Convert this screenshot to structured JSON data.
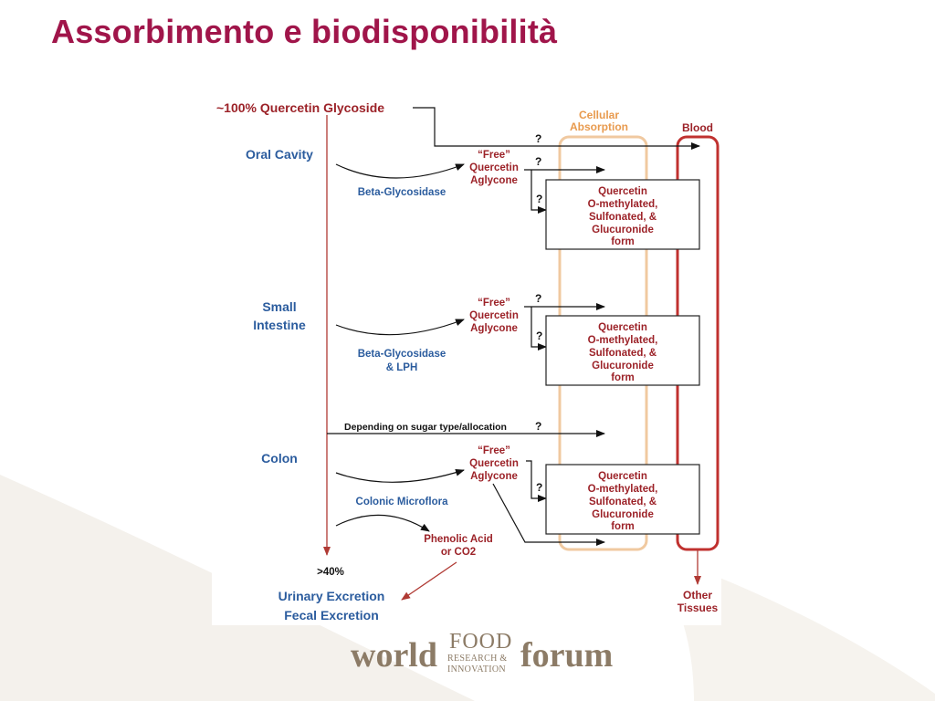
{
  "slide": {
    "title": "Assorbimento e biodisponibilità"
  },
  "diagram": {
    "source": "~100% Quercetin Glycoside",
    "sections": {
      "oral_cavity": "Oral Cavity",
      "small_intestine": [
        "Small",
        "Intestine"
      ],
      "colon": "Colon"
    },
    "enzymes": {
      "oral": "Beta-Glycosidase",
      "small_intestine": [
        "Beta-Glycosidase",
        "& LPH"
      ],
      "colon": "Colonic Microflora"
    },
    "free_aglycone": [
      "“Free”",
      "Quercetin",
      "Aglycone"
    ],
    "conjugate_box": [
      "Quercetin",
      "O-methylated,",
      "Sulfonated, &",
      "Glucuronide",
      "form"
    ],
    "question_mark": "?",
    "cellular_absorption": [
      "Cellular",
      "Absorption"
    ],
    "blood": "Blood",
    "other_tissues": [
      "Other",
      "Tissues"
    ],
    "sugar_note": "Depending on sugar type/allocation",
    "phenolic": [
      "Phenolic Acid",
      "or CO2"
    ],
    "excretion_percent": ">40%",
    "excretion": [
      "Urinary Excretion",
      "Fecal Excretion"
    ]
  },
  "logo": {
    "world": "world",
    "food": "FOOD",
    "research": "RESEARCH &",
    "innovation": "INNOVATION",
    "forum": "forum"
  },
  "colors": {
    "title": "#a0154a",
    "red_text": "#9c2228",
    "blue_text": "#2b5c9e",
    "cellular_border": "#f0c9a0",
    "blood_border": "#c0312f",
    "logo": "#8c7b66"
  }
}
